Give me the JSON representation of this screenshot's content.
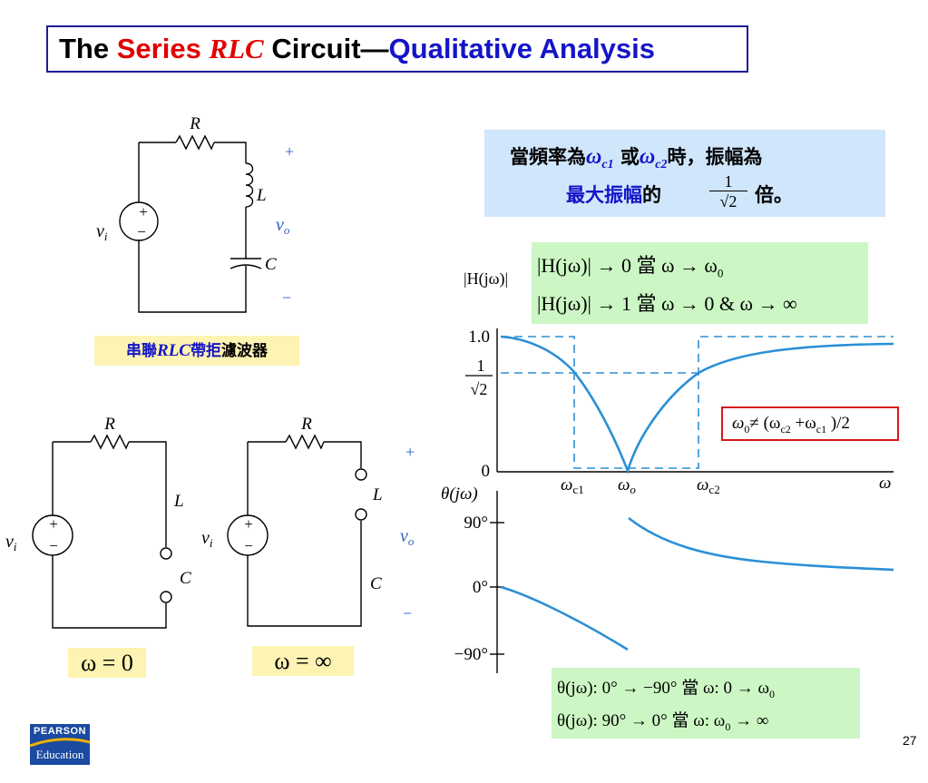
{
  "title": {
    "part1": "The ",
    "part2": "Series ",
    "part3": "RLC",
    "part4": " Circuit—",
    "part5": "Qualitative Analysis"
  },
  "callout": {
    "line1_a": "當頻率為",
    "w_c1": "ω",
    "w_c1_sub": "c1",
    "line1_b": " 或",
    "w_c2": "ω",
    "w_c2_sub": "c2",
    "line1_c": "時，振幅為",
    "line2_a": "最大振幅",
    "line2_b": "的",
    "frac_num": "1",
    "frac_den": "√2",
    "line2_c": "倍。"
  },
  "circuit_top": {
    "R": "R",
    "L": "L",
    "C": "C",
    "vi": "v",
    "vi_sub": "i",
    "vo": "v",
    "vo_sub": "o",
    "plus": "+",
    "minus": "−",
    "src_plus": "+",
    "src_minus": "−"
  },
  "filter_label": {
    "a": "串聯",
    "b": "RLC",
    "c": "帶拒",
    "d": "濾波器"
  },
  "circuit_w0": {
    "R": "R",
    "L": "L",
    "C": "C",
    "vi": "v",
    "vi_sub": "i",
    "label": "ω = 0"
  },
  "circuit_winf": {
    "R": "R",
    "L": "L",
    "C": "C",
    "vi": "v",
    "vi_sub": "i",
    "vo": "v",
    "vo_sub": "o",
    "plus": "+",
    "minus": "−",
    "label": "ω = ∞"
  },
  "magnitude_box": {
    "line1": "|H(jω)| → 0  當  ω → ω",
    "line1_sub": "0",
    "line2": "|H(jω)| → 1  當  ω → 0  & ω → ∞"
  },
  "phase_box": {
    "line1": "θ(jω): 0° → −90°  當  ω: 0 → ω",
    "line1_sub": "0",
    "line2": "θ(jω): 90° → 0°  當  ω: ω",
    "line2_sub": "0",
    "line2_end": " → ∞"
  },
  "red_note": {
    "text_a": "ω",
    "sub_a": "0",
    "text_b": "≠ (ω",
    "sub_b": "c2",
    "text_c": " +ω",
    "sub_c": "c1",
    "text_d": " )/2"
  },
  "plot": {
    "mag_ylabel": "|H(jω)|",
    "tick_one": "1.0",
    "tick_frac_num": "1",
    "tick_frac_den": "√2",
    "tick_zero": "0",
    "x_ticks": [
      "ω",
      "ω",
      "ω"
    ],
    "x_tick_subs": [
      "c1",
      "o",
      "c2"
    ],
    "x_end": "ω",
    "phase_ylabel": "θ(jω)",
    "phase_ticks": [
      "90°",
      "0°",
      "−90°"
    ],
    "curve_color": "#2b8fd6"
  },
  "footer": {
    "brand_top": "PEARSON",
    "brand_bottom": "Education",
    "page": "27"
  }
}
